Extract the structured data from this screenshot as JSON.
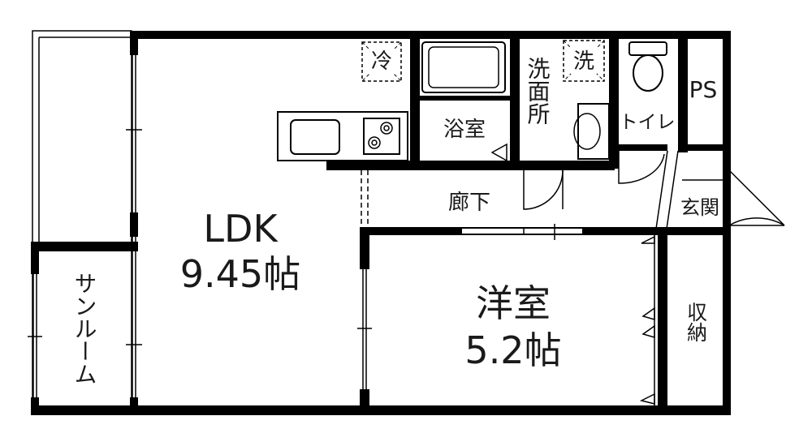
{
  "rooms": {
    "ldk": {
      "name": "LDK",
      "size": "9.45帖"
    },
    "western": {
      "name": "洋室",
      "size": "5.2帖"
    },
    "sunroom": {
      "name": "サンルーム"
    },
    "bath": {
      "name": "浴室"
    },
    "washroom": {
      "name": "洗面所"
    },
    "toilet": {
      "name": "トイレ"
    },
    "ps": {
      "name": "PS"
    },
    "corridor": {
      "name": "廊下"
    },
    "entrance": {
      "name": "玄関"
    },
    "storage": {
      "name": "収納"
    }
  },
  "fixtures": {
    "fridge": "冷",
    "washer": "洗"
  }
}
